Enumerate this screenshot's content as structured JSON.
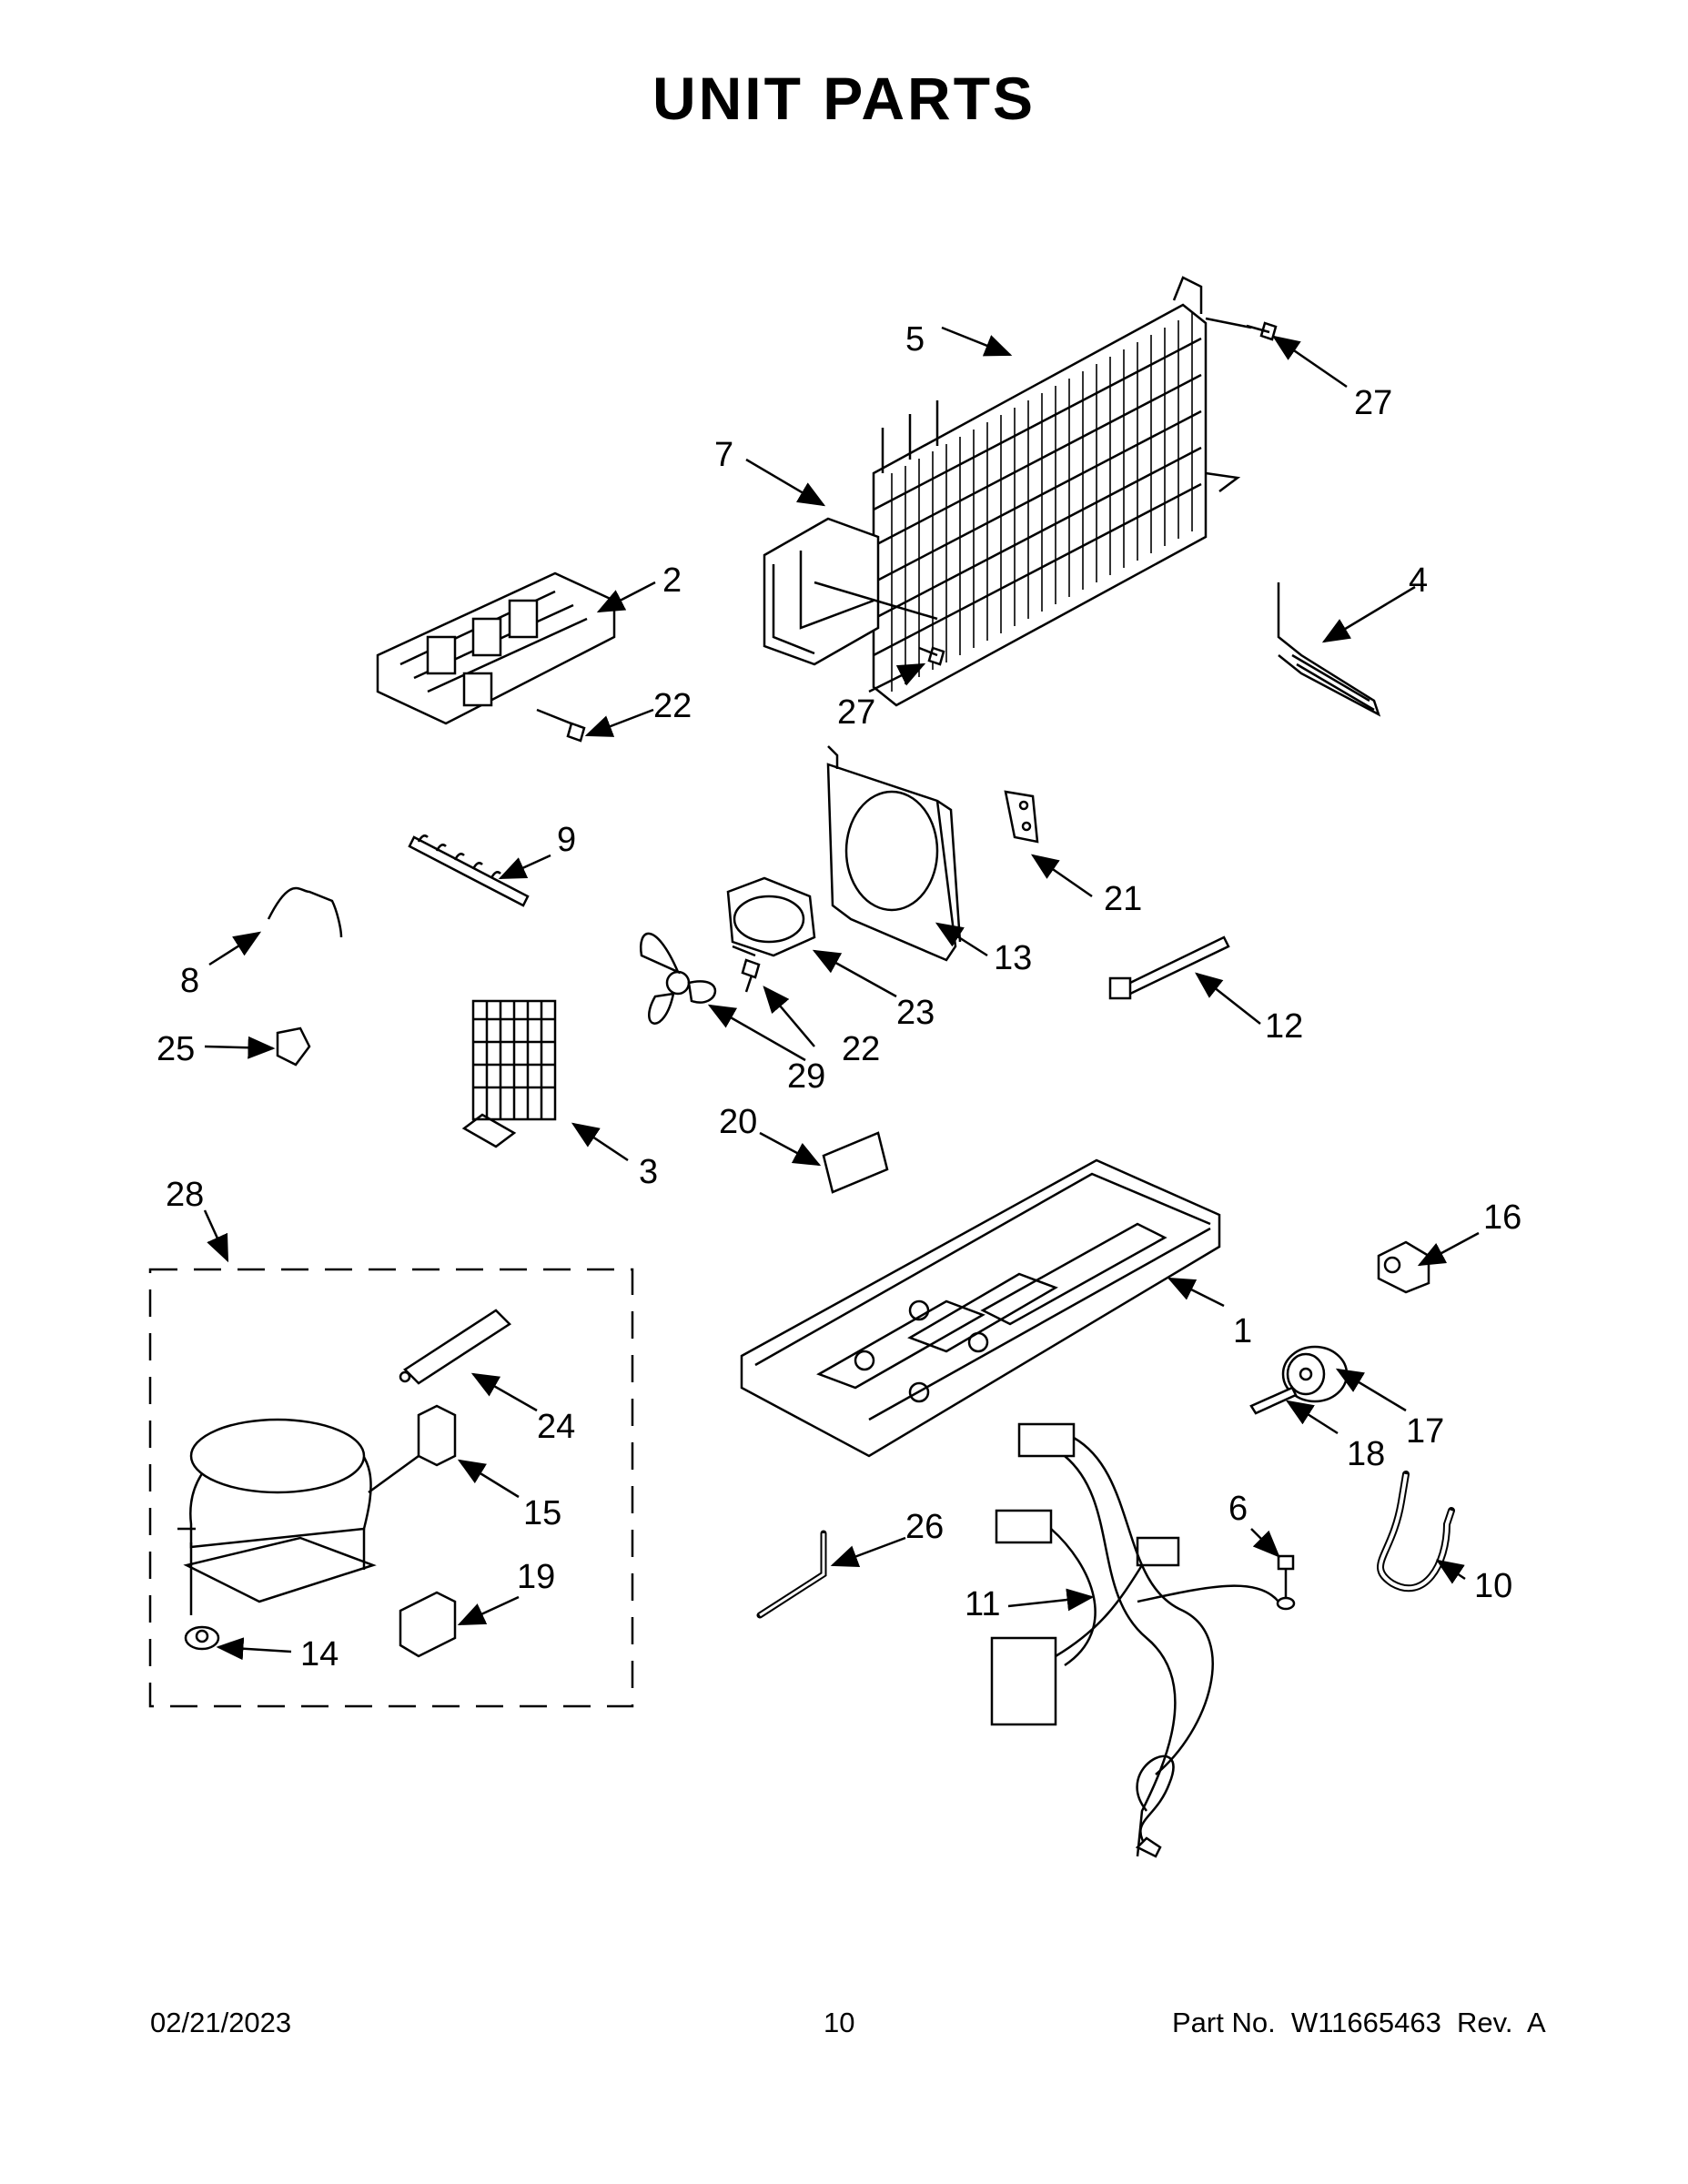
{
  "title": "UNIT PARTS",
  "footer": {
    "date": "02/21/2023",
    "page": "10",
    "part_no": "Part No.  W11665463  Rev.  A"
  },
  "callouts": {
    "c1": "1",
    "c2": "2",
    "c3": "3",
    "c4": "4",
    "c5": "5",
    "c6": "6",
    "c7": "7",
    "c8": "8",
    "c9": "9",
    "c10": "10",
    "c11": "11",
    "c12": "12",
    "c13": "13",
    "c14": "14",
    "c15": "15",
    "c16": "16",
    "c17": "17",
    "c18": "18",
    "c19": "19",
    "c20": "20",
    "c21": "21",
    "c22a": "22",
    "c22b": "22",
    "c23": "23",
    "c24": "24",
    "c25": "25",
    "c26": "26",
    "c27a": "27",
    "c27b": "27",
    "c28": "28",
    "c29": "29"
  }
}
